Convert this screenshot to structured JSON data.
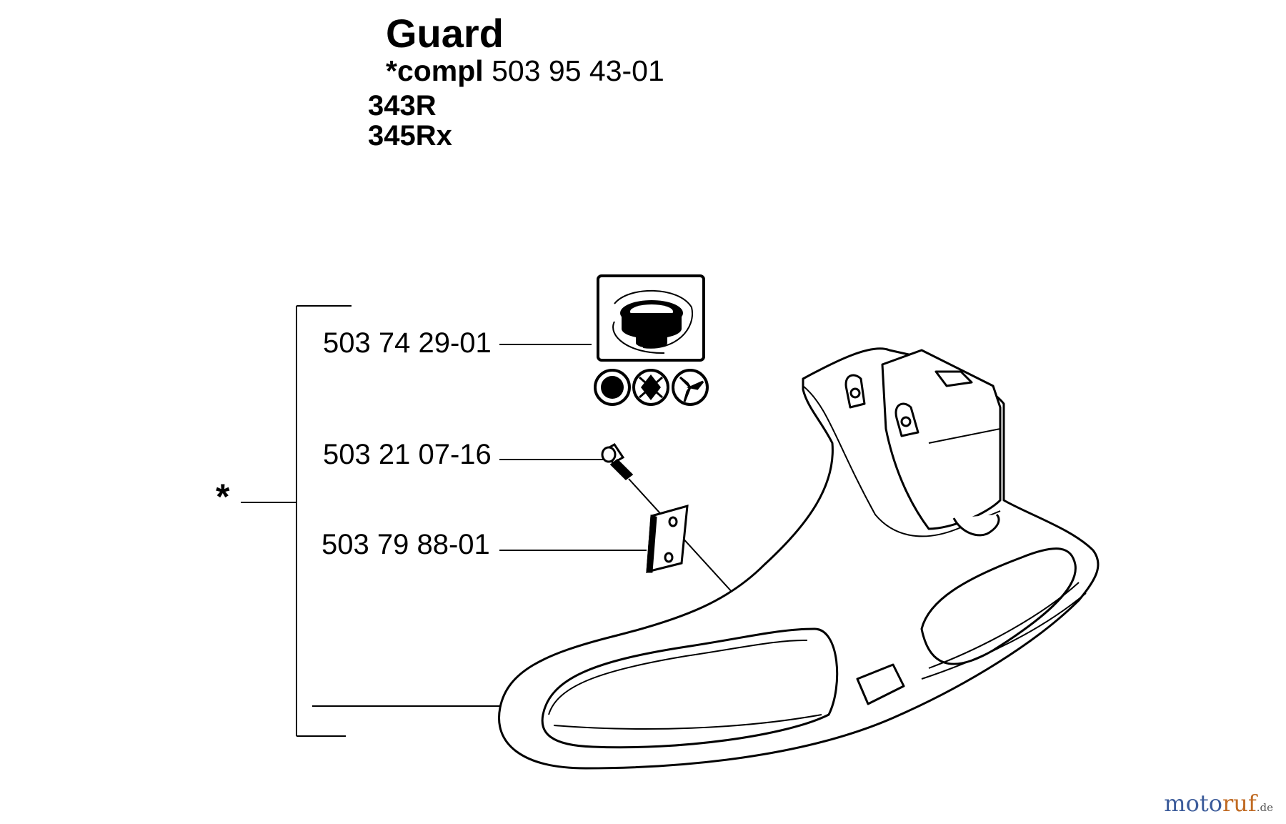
{
  "header": {
    "title": "Guard",
    "compl_prefix": "*compl",
    "compl_number": "503 95 43-01",
    "models": [
      "343R",
      "345Rx"
    ]
  },
  "callouts": {
    "kit_marker": "*",
    "parts": [
      {
        "number": "503 74 29-01",
        "part": "trimmer-head-kit"
      },
      {
        "number": "503 21 07-16",
        "part": "screw"
      },
      {
        "number": "503 79 88-01",
        "part": "plate"
      }
    ]
  },
  "accessory_icons": [
    "trimmer-head-icon",
    "grass-blade-icon",
    "saw-blade-icon"
  ],
  "watermark": {
    "text_a": "moto",
    "text_b": "ruf",
    "tld": ".de"
  },
  "colors": {
    "line": "#000000",
    "guard_fill": "#ffffff",
    "logo_blue": "#3b5b9a",
    "logo_orange": "#c06a22"
  }
}
